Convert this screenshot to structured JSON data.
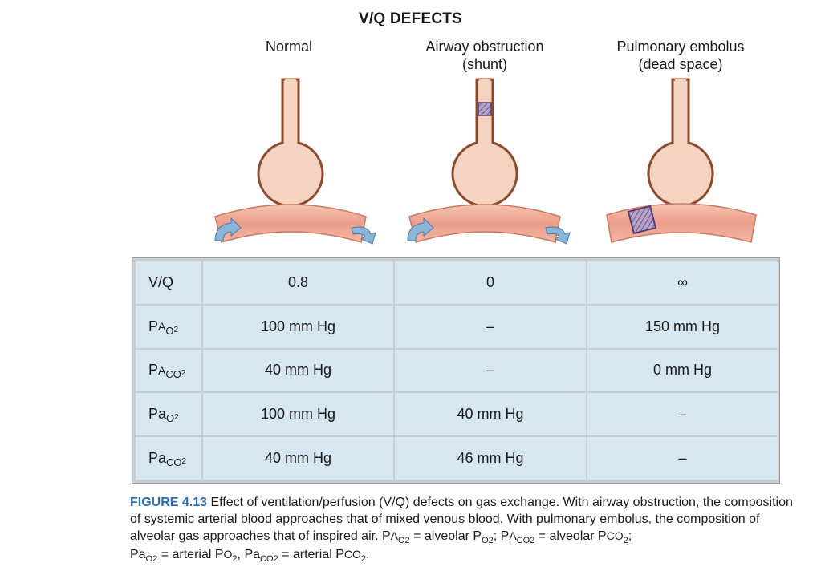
{
  "figure": {
    "title": "V/Q DEFECTS",
    "columns": [
      {
        "line1": "Normal",
        "line2": ""
      },
      {
        "line1": "Airway obstruction",
        "line2": "(shunt)"
      },
      {
        "line1": "Pulmonary embolus",
        "line2": "(dead space)"
      }
    ]
  },
  "table": {
    "rows": [
      {
        "label": "V/Q",
        "values": [
          "0.8",
          "0",
          "∞"
        ]
      },
      {
        "label_main": "P",
        "label_small": "A",
        "label_gas": "O",
        "label_sub": "2",
        "values": [
          "100 mm Hg",
          "–",
          "150  mm Hg"
        ]
      },
      {
        "label_main": "P",
        "label_small": "A",
        "label_gas": "CO",
        "label_sub": "2",
        "values": [
          "40 mm Hg",
          "–",
          "0  mm Hg"
        ]
      },
      {
        "label_main": "P",
        "label_small": "a",
        "label_gas": "O",
        "label_sub": "2",
        "values": [
          "100 mm Hg",
          "40  mm Hg",
          "–"
        ]
      },
      {
        "label_main": "P",
        "label_small": "a",
        "label_gas": "CO",
        "label_sub": "2",
        "values": [
          "40  mm Hg",
          "46  mm Hg",
          "–"
        ]
      }
    ]
  },
  "caption": {
    "label": "FIGURE 4.13",
    "part1": " Effect of ventilation/perfusion (V/Q) defects on gas exchange. With airway obstruction, the composition of systemic arterial blood approaches that of mixed venous blood. With pulmonary embolus, the composition of alveolar gas approaches that of inspired air. P",
    "pa_o2_a": "A",
    "pa_o2_b": "O",
    "sub2": "2",
    "part2": " = alveolar P",
    "o2": "O",
    "part3": "; P",
    "co2": "CO",
    "part4": " = alveolar P",
    "part5": "; ",
    "pa_lower": "a",
    "part6": " = arterial P",
    "part7": ", P",
    "part8": " = arterial P",
    "part9": "."
  },
  "colors": {
    "alveolus_fill": "#f4d3c1",
    "alveolus_stroke": "#8b4a2f",
    "capillary_fill": "#efa895",
    "arrow_fill": "#8ab4d8",
    "block_fill": "#b5a4c8",
    "block_stroke": "#5a3c72",
    "cell_bg": "#d7e7f1",
    "caption_label": "#2c6fb5"
  }
}
